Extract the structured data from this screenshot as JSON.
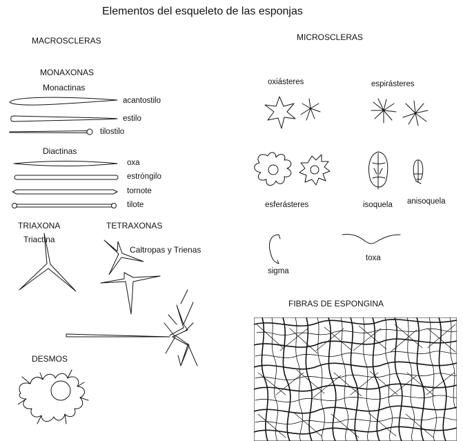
{
  "title": "Elementos del esqueleto de las esponjas",
  "macroscleras": {
    "heading": "MACROSCLERAS",
    "monaxonas": {
      "heading": "MONAXONAS",
      "monactinas": {
        "heading": "Monactinas",
        "items": [
          "acantostilo",
          "estilo",
          "tilostilo"
        ]
      },
      "diactinas": {
        "heading": "Diactinas",
        "items": [
          "oxa",
          "estróngilo",
          "tornote",
          "tilote"
        ]
      }
    },
    "triaxona": {
      "heading": "TRIAXONA",
      "sub": "Triactina"
    },
    "tetraxonas": {
      "heading": "TETRAXONAS",
      "sub": "Caltropas y Trienas"
    },
    "desmos": {
      "heading": "DESMOS"
    }
  },
  "microscleras": {
    "heading": "MICROSCLERAS",
    "items": [
      "oxiásteres",
      "espirásteres",
      "esferásteres",
      "isoquela",
      "anisoquela",
      "sigma",
      "toxa"
    ]
  },
  "fibras": {
    "heading": "FIBRAS DE ESPONGINA"
  },
  "colors": {
    "ink": "#111111",
    "background": "#ffffff"
  }
}
